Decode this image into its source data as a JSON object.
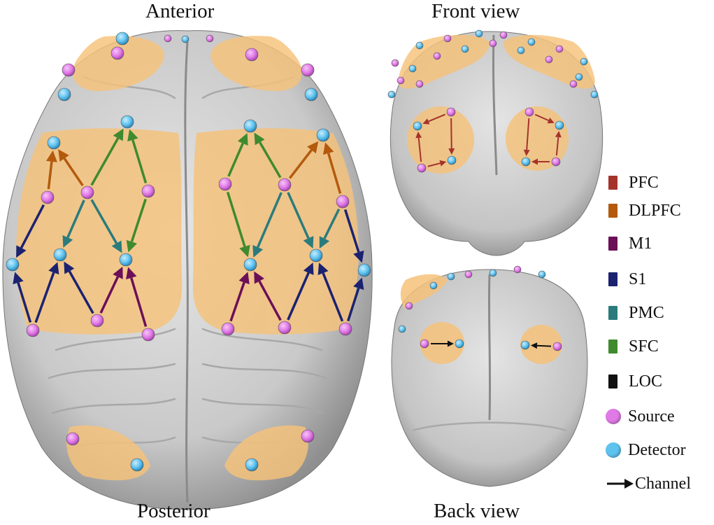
{
  "labels": {
    "anterior": "Anterior",
    "posterior": "Posterior",
    "front_view": "Front view",
    "back_view": "Back view"
  },
  "colors": {
    "brain": "#d8d8d8",
    "brain_shadow": "#9a9a9a",
    "region": "#f6c27a",
    "source": "#e07ae6",
    "detector": "#5fc3f0"
  },
  "legend": [
    {
      "label": "PFC",
      "color": "#a5332a",
      "kind": "region"
    },
    {
      "label": "DLPFC",
      "color": "#b35a0d",
      "kind": "region"
    },
    {
      "label": "M1",
      "color": "#6b0f57",
      "kind": "region"
    },
    {
      "label": "S1",
      "color": "#1b2270",
      "kind": "region"
    },
    {
      "label": "PMC",
      "color": "#2b7b7c",
      "kind": "region"
    },
    {
      "label": "SFC",
      "color": "#3f8a2e",
      "kind": "region"
    },
    {
      "label": "LOC",
      "color": "#111111",
      "kind": "region"
    },
    {
      "label": "Source",
      "color": "#e07ae6",
      "kind": "source"
    },
    {
      "label": "Detector",
      "color": "#5fc3f0",
      "kind": "detector"
    },
    {
      "label": "Channel",
      "color": "#111111",
      "kind": "channel"
    }
  ]
}
